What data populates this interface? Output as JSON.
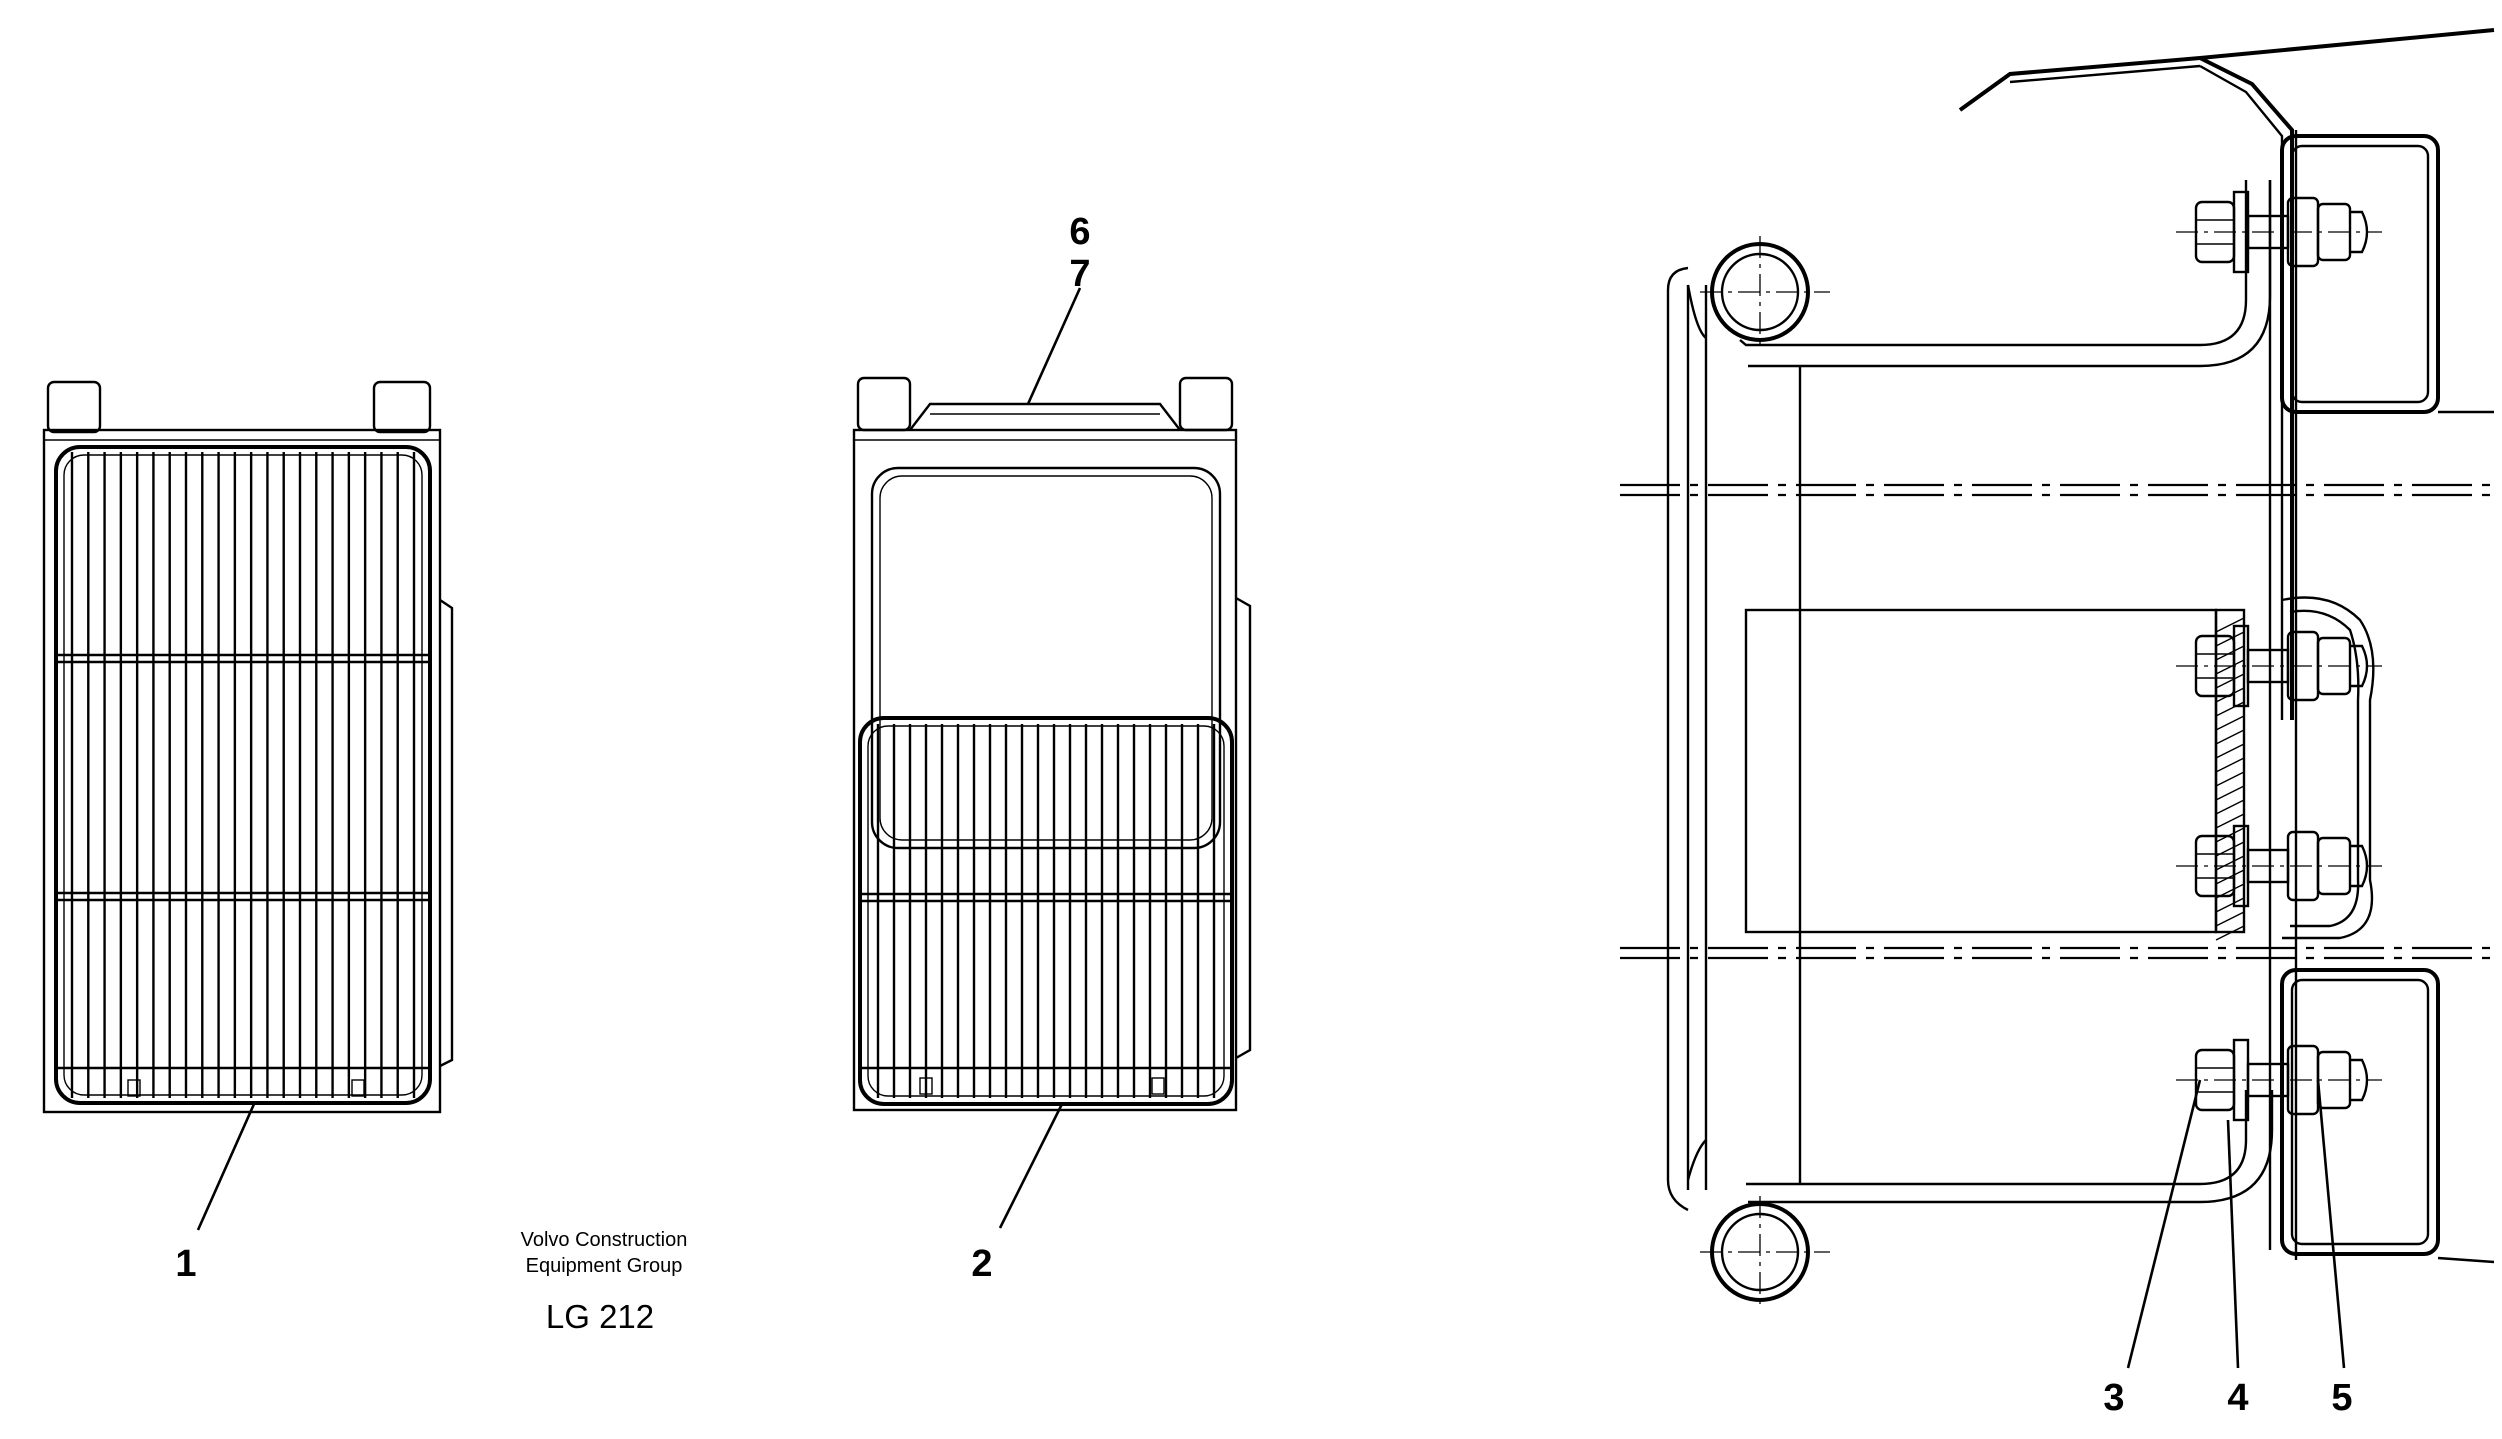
{
  "diagram": {
    "callouts": {
      "c1": "1",
      "c2": "2",
      "c3": "3",
      "c4": "4",
      "c5": "5",
      "c6": "6",
      "c7": "7"
    },
    "credit_line1": "Volvo Construction",
    "credit_line2": "Equipment Group",
    "drawing_code": "LG 212"
  }
}
